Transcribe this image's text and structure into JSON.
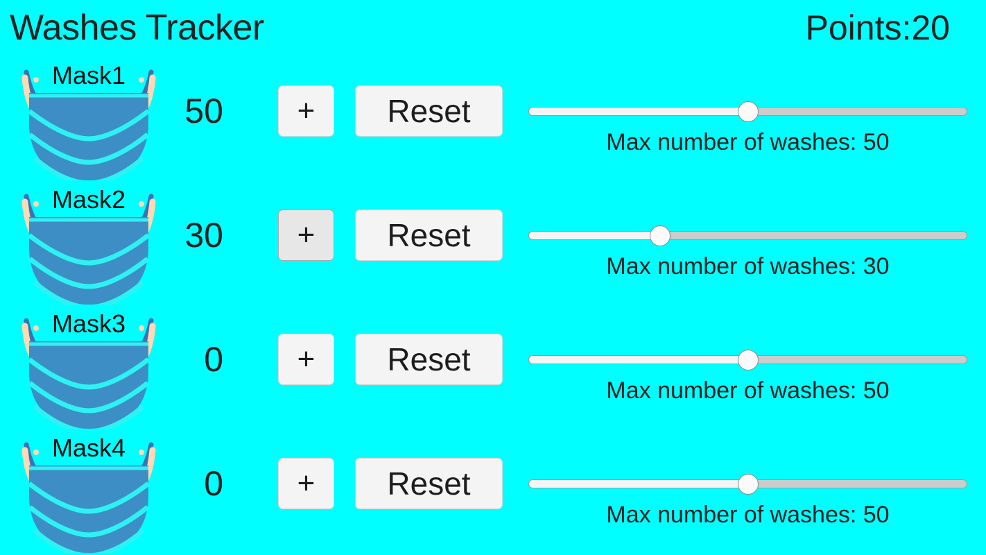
{
  "header": {
    "title": "Washes Tracker",
    "points_label": "Points:20"
  },
  "colors": {
    "background": "#00ffff",
    "text": "#222222",
    "mask_body": "#3d8ec4",
    "mask_loop": "#3b72b0",
    "mask_ear": "#ffd9b3",
    "button_face": "#f4f4f4",
    "button_face_pressed": "#e7e7e7",
    "slider_track": "#cccccc",
    "slider_fill": "#f5f5f5",
    "slider_thumb": "#fafafa"
  },
  "controls": {
    "plus_label": "+",
    "reset_label": "Reset",
    "slider_min": 0,
    "slider_max": 100
  },
  "rows": [
    {
      "mask_label": "Mask1",
      "count": "50",
      "plus_label": "+",
      "reset_label": "Reset",
      "plus_pressed": false,
      "slider_value": 50,
      "slider_caption": "Max number of washes: 50"
    },
    {
      "mask_label": "Mask2",
      "count": "30",
      "plus_label": "+",
      "reset_label": "Reset",
      "plus_pressed": true,
      "slider_value": 30,
      "slider_caption": "Max number of washes: 30"
    },
    {
      "mask_label": "Mask3",
      "count": "0",
      "plus_label": "+",
      "reset_label": "Reset",
      "plus_pressed": false,
      "slider_value": 50,
      "slider_caption": "Max number of washes: 50"
    },
    {
      "mask_label": "Mask4",
      "count": "0",
      "plus_label": "+",
      "reset_label": "Reset",
      "plus_pressed": false,
      "slider_value": 50,
      "slider_caption": "Max number of washes: 50"
    }
  ]
}
